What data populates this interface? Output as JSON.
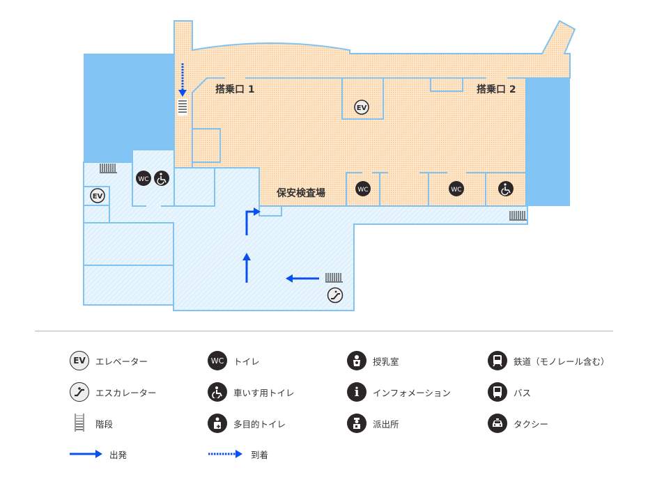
{
  "map": {
    "labels": {
      "gate1": "搭乗口 1",
      "gate2": "搭乗口 2",
      "security": "保安検査場"
    },
    "icon_text": {
      "ev": "EV",
      "wc": "WC"
    },
    "colors": {
      "building_line": "#80c2f2",
      "outside": "#82c5f5",
      "airside": "#fde3c3",
      "landside": "#e6f4fd",
      "arrow": "#0a4ff0",
      "icon_dark": "#2b2627"
    }
  },
  "legend": {
    "elevator": "エレベーター",
    "toilet": "トイレ",
    "nursing_room": "授乳室",
    "railway": "鉄道（モノレール含む）",
    "escalator": "エスカレーター",
    "accessible_toilet": "車いす用トイレ",
    "information": "インフォメーション",
    "bus": "バス",
    "stairs": "階段",
    "multipurpose_toilet": "多目的トイレ",
    "police_box": "派出所",
    "taxi": "タクシー",
    "departure": "出発",
    "arrival": "到着",
    "ev_text": "EV",
    "wc_text": "WC",
    "info_text": "i"
  }
}
